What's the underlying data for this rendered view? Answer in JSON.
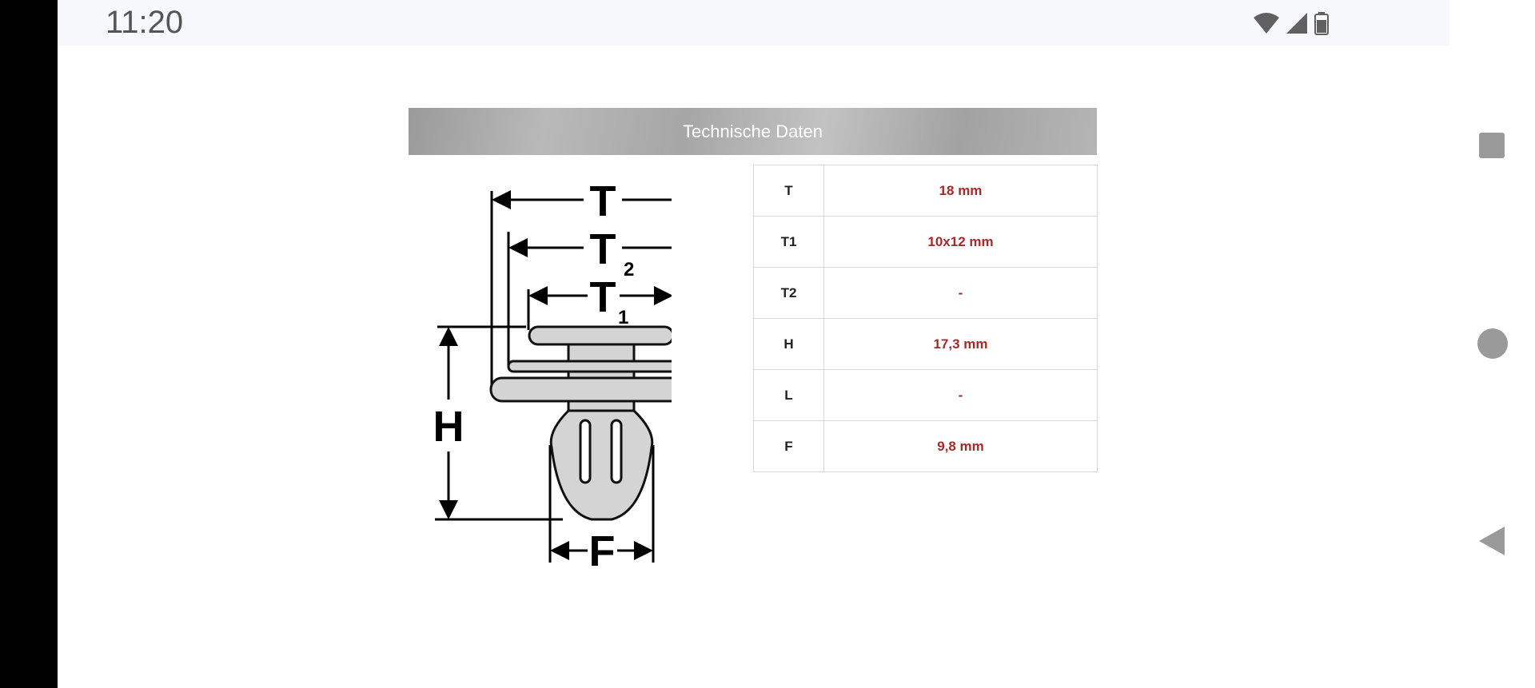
{
  "status_bar": {
    "time": "11:20",
    "icons": [
      "wifi-icon",
      "cell-signal-icon",
      "battery-icon"
    ]
  },
  "header": {
    "title": "Technische Daten"
  },
  "table": {
    "rows": [
      {
        "key": "T",
        "value": "18 mm"
      },
      {
        "key": "T1",
        "value": "10x12 mm"
      },
      {
        "key": "T2",
        "value": "-"
      },
      {
        "key": "H",
        "value": "17,3 mm"
      },
      {
        "key": "L",
        "value": "-"
      },
      {
        "key": "F",
        "value": "9,8 mm"
      }
    ]
  },
  "diagram": {
    "labels": {
      "T": "T",
      "T2": "T",
      "T2_sub": "2",
      "T1": "T",
      "T1_sub": "1",
      "H": "H",
      "F": "F"
    }
  },
  "colors": {
    "value": "#a52a2a"
  }
}
